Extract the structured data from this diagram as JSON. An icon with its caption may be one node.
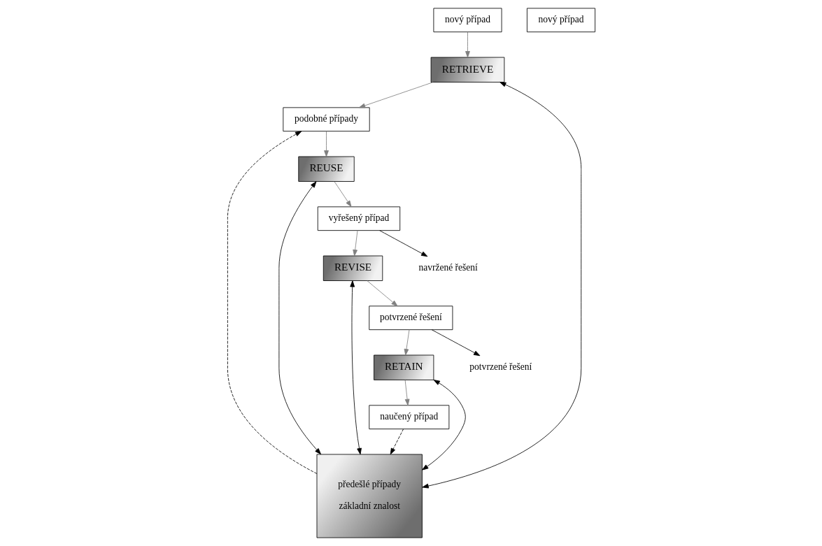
{
  "diagram": {
    "nodes": [
      {
        "text": [
          "nový případ"
        ]
      },
      {
        "text": [
          "RETRIEVE"
        ]
      },
      {
        "text": [
          "naučený případ"
        ]
      },
      {
        "text": [
          "RETAIN"
        ]
      },
      {
        "text": [
          "předešlé případy",
          "základní znalost"
        ]
      },
      {
        "text": [
          "podobné případy"
        ]
      },
      {
        "text": [
          "nový případ"
        ]
      },
      {
        "text": [
          "potvrzené řešení"
        ]
      },
      {
        "text": [
          "REUSE"
        ]
      },
      {
        "text": [
          "REVISE"
        ]
      },
      {
        "text": [
          "vyřešený případ"
        ]
      },
      {
        "text": [
          "potvrzené řešení"
        ]
      },
      {
        "text": [
          "navržené řešení"
        ]
      }
    ],
    "edges": [
      {
        "from": 0,
        "to": 1,
        "arrow": "to"
      },
      {
        "from": 4,
        "to": 1,
        "arrow": "both",
        "color": "#000000"
      },
      {
        "from": 1,
        "to": 5,
        "arrow": "to"
      },
      {
        "from": 4,
        "to": 5,
        "arrow": "to",
        "style": "dashed",
        "color": "#000000"
      },
      {
        "from": 5,
        "to": 8,
        "arrow": "to"
      },
      {
        "from": 4,
        "to": 8,
        "arrow": "both",
        "color": "#000000"
      },
      {
        "from": 8,
        "to": 10,
        "arrow": "to"
      },
      {
        "from": 10,
        "to": 12,
        "arrow": "to",
        "color": "#000000"
      },
      {
        "from": 10,
        "to": 9,
        "arrow": "to"
      },
      {
        "from": 9,
        "to": 4,
        "arrow": "both",
        "color": "#000000"
      },
      {
        "from": 9,
        "to": 7,
        "arrow": "to"
      },
      {
        "from": 7,
        "to": 11,
        "arrow": "to",
        "color": "#000000"
      },
      {
        "from": 7,
        "to": 3,
        "arrow": "to"
      },
      {
        "from": 3,
        "to": 4,
        "arrow": "both",
        "color": "#000000"
      },
      {
        "from": 3,
        "to": 2,
        "arrow": "to"
      },
      {
        "from": 2,
        "to": 4,
        "arrow": "to",
        "style": "dashed",
        "color": "#000000"
      }
    ]
  }
}
